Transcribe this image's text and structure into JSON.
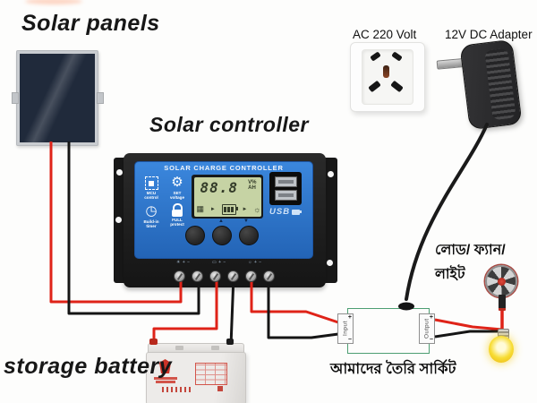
{
  "labels": {
    "solar_panels": "Solar panels",
    "solar_controller": "Solar controller",
    "storage_battery": "storage battery",
    "ac_socket": "AC 220 Volt",
    "dc_adapter": "12V DC Adapter",
    "load_fan_light_bn": "লোড/ ফ্যান/ লাইট",
    "our_circuit_bn": "আমাদের তৈরি সার্কিট"
  },
  "controller": {
    "title": "SOLAR CHARGE CONTROLLER",
    "display": {
      "value": "88.8",
      "unit_top": "V%",
      "unit_bottom": "AH"
    },
    "features": [
      {
        "name": "mcu-chip-icon",
        "label": "MCU\ncontrol"
      },
      {
        "name": "gear-icon",
        "label": "SET\nvoltage"
      },
      {
        "name": "clock-icon",
        "label": "Build-in\ntimer"
      },
      {
        "name": "lock-icon",
        "label": "FULL\nprotect"
      }
    ],
    "usb_label": "USB",
    "button_marks": {
      "up": "▲",
      "down": "▼"
    },
    "terminal_marks": {
      "solar": "☀ + −",
      "battery": "▭ + −",
      "load": "☼ + −"
    }
  },
  "glyphs": {
    "gear": "⚙",
    "clock": "◷",
    "lcd_panel": "▦",
    "lcd_arrow": "►",
    "lcd_bulb": "☼"
  },
  "circuit_module": {
    "input_label": "Input",
    "output_label": "Output",
    "plus": "+",
    "minus": "−"
  },
  "colors": {
    "controller_blue": "#2f7cd6",
    "lcd_green": "#c6d3a4",
    "wire_red": "#df2318",
    "wire_black": "#151515",
    "circuit_green": "#4d9e72",
    "bulb_yellow": "#f2cf1d",
    "fan_red": "#b92c1f"
  }
}
